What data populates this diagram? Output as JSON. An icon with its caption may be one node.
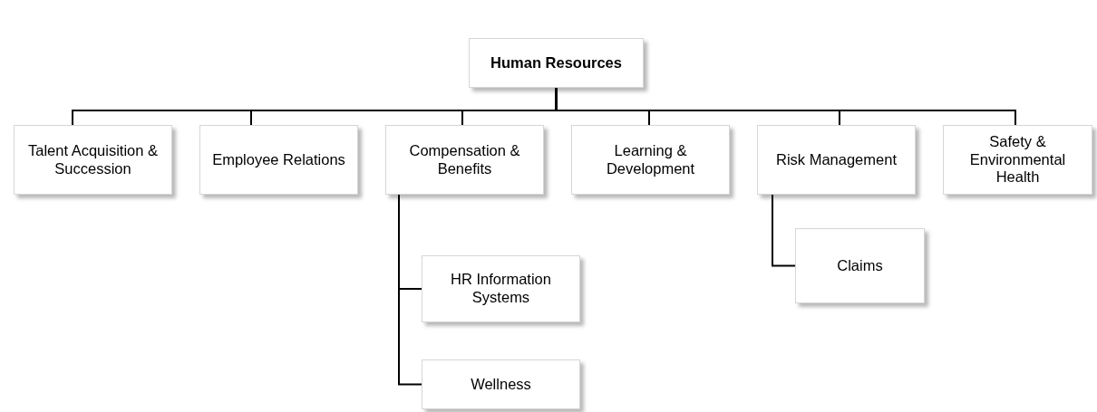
{
  "diagram": {
    "nodes": [
      {
        "text": [
          "Human Resources"
        ]
      },
      {
        "text": [
          "Talent Acquisition & Succession"
        ]
      },
      {
        "text": [
          "Employee Relations"
        ]
      },
      {
        "text": [
          "Compensation & Benefits"
        ]
      },
      {
        "text": [
          "Learning & Development"
        ]
      },
      {
        "text": [
          "Risk Management"
        ]
      },
      {
        "text": [
          "Safety & Environmental Health"
        ]
      },
      {
        "text": [
          "HR Information Systems"
        ]
      },
      {
        "text": [
          "Wellness"
        ]
      },
      {
        "text": [
          "Claims"
        ]
      }
    ],
    "edges": [
      {
        "from": 0,
        "to": 1,
        "arrow": "none"
      },
      {
        "from": 0,
        "to": 2,
        "arrow": "none"
      },
      {
        "from": 0,
        "to": 3,
        "arrow": "none"
      },
      {
        "from": 0,
        "to": 4,
        "arrow": "none"
      },
      {
        "from": 0,
        "to": 5,
        "arrow": "none"
      },
      {
        "from": 0,
        "to": 6,
        "arrow": "none"
      },
      {
        "from": 3,
        "to": 7,
        "arrow": "none"
      },
      {
        "from": 3,
        "to": 8,
        "arrow": "none"
      },
      {
        "from": 5,
        "to": 9,
        "arrow": "none"
      }
    ]
  }
}
